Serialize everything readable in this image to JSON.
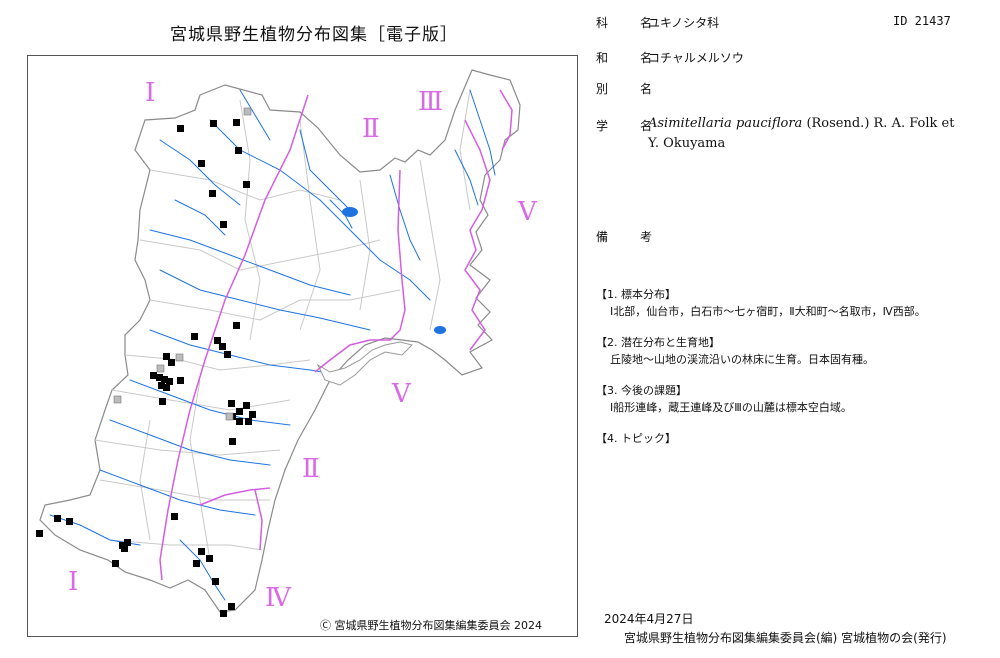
{
  "map": {
    "title": "宮城県野生植物分布図集［電子版］",
    "copyright": "Ⓒ 宮城県野生植物分布図集編集委員会  2024",
    "region_labels": [
      {
        "text": "Ⅰ",
        "key": "north"
      },
      {
        "text": "Ⅱ",
        "key": "center-north"
      },
      {
        "text": "Ⅲ",
        "key": "northeast"
      },
      {
        "text": "Ⅴ",
        "key": "east-coast"
      },
      {
        "text": "Ⅴ",
        "key": "bay"
      },
      {
        "text": "Ⅱ",
        "key": "center-south"
      },
      {
        "text": "Ⅰ",
        "key": "southwest"
      },
      {
        "text": "Ⅳ",
        "key": "south"
      }
    ],
    "colors": {
      "river": "#1e73e0",
      "boundary": "#c9c9c9",
      "region_line": "#d35ee0",
      "record": "#000000",
      "record_unconfirmed": "#bbbbbb"
    }
  },
  "species": {
    "family_label": "科　名",
    "family": "ユキノシタ科",
    "id_text": "ID 21437",
    "japanese_label": "和　名",
    "japanese": "コチャルメルソウ",
    "alias_label": "別　名",
    "alias": "",
    "scientific_label": "学　名",
    "scientific_genus_species": "Asimitellaria pauciflora",
    "scientific_authors": "(Rosend.) R. A. Folk et Y. Okuyama",
    "remarks_label": "備　考"
  },
  "notes": [
    {
      "heading": "【1. 標本分布】",
      "body": "Ⅰ北部，仙台市，白石市～七ヶ宿町，Ⅱ大和町～名取市，Ⅳ西部。"
    },
    {
      "heading": "【2. 潜在分布と生育地】",
      "body": "丘陵地～山地の渓流沿いの林床に生育。日本固有種。"
    },
    {
      "heading": "【3. 今後の課題】",
      "body": "Ⅰ船形連峰，蔵王連峰及びⅢの山麓は標本空白域。"
    },
    {
      "heading": "【4. トピック】",
      "body": ""
    }
  ],
  "footer": {
    "date": "2024年4月27日",
    "publisher": "宮城県野生植物分布図集編集委員会(編)  宮城植物の会(発行)"
  }
}
